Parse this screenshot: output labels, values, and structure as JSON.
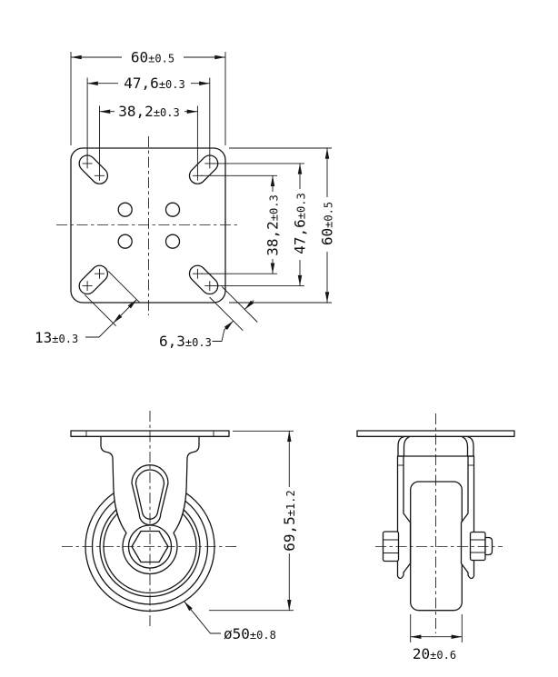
{
  "drawing": {
    "title": "caster-wheel-technical-drawing",
    "views": {
      "top": "mounting-plate-top-view",
      "front": "caster-front-view",
      "side": "caster-side-view"
    },
    "dims": {
      "plate_width_top": {
        "main": "60",
        "tol": "±0.5"
      },
      "bolt_span_outer_h": {
        "main": "47,6",
        "tol": "±0.3"
      },
      "bolt_span_inner_h": {
        "main": "38,2",
        "tol": "±0.3"
      },
      "bolt_span_inner_v": {
        "main": "38,2",
        "tol": "±0.3"
      },
      "bolt_span_outer_v": {
        "main": "47,6",
        "tol": "±0.3"
      },
      "plate_height_right": {
        "main": "60",
        "tol": "±0.5"
      },
      "slot_length": {
        "main": "13",
        "tol": "±0.3"
      },
      "slot_width": {
        "main": "6,3",
        "tol": "±0.3"
      },
      "overall_height": {
        "main": "69,5",
        "tol": "±1.2"
      },
      "wheel_diameter": {
        "main": "ø50",
        "tol": "±0.8"
      },
      "wheel_width": {
        "main": "20",
        "tol": "±0.6"
      }
    },
    "line_color": "#161616",
    "background": "#ffffff"
  }
}
